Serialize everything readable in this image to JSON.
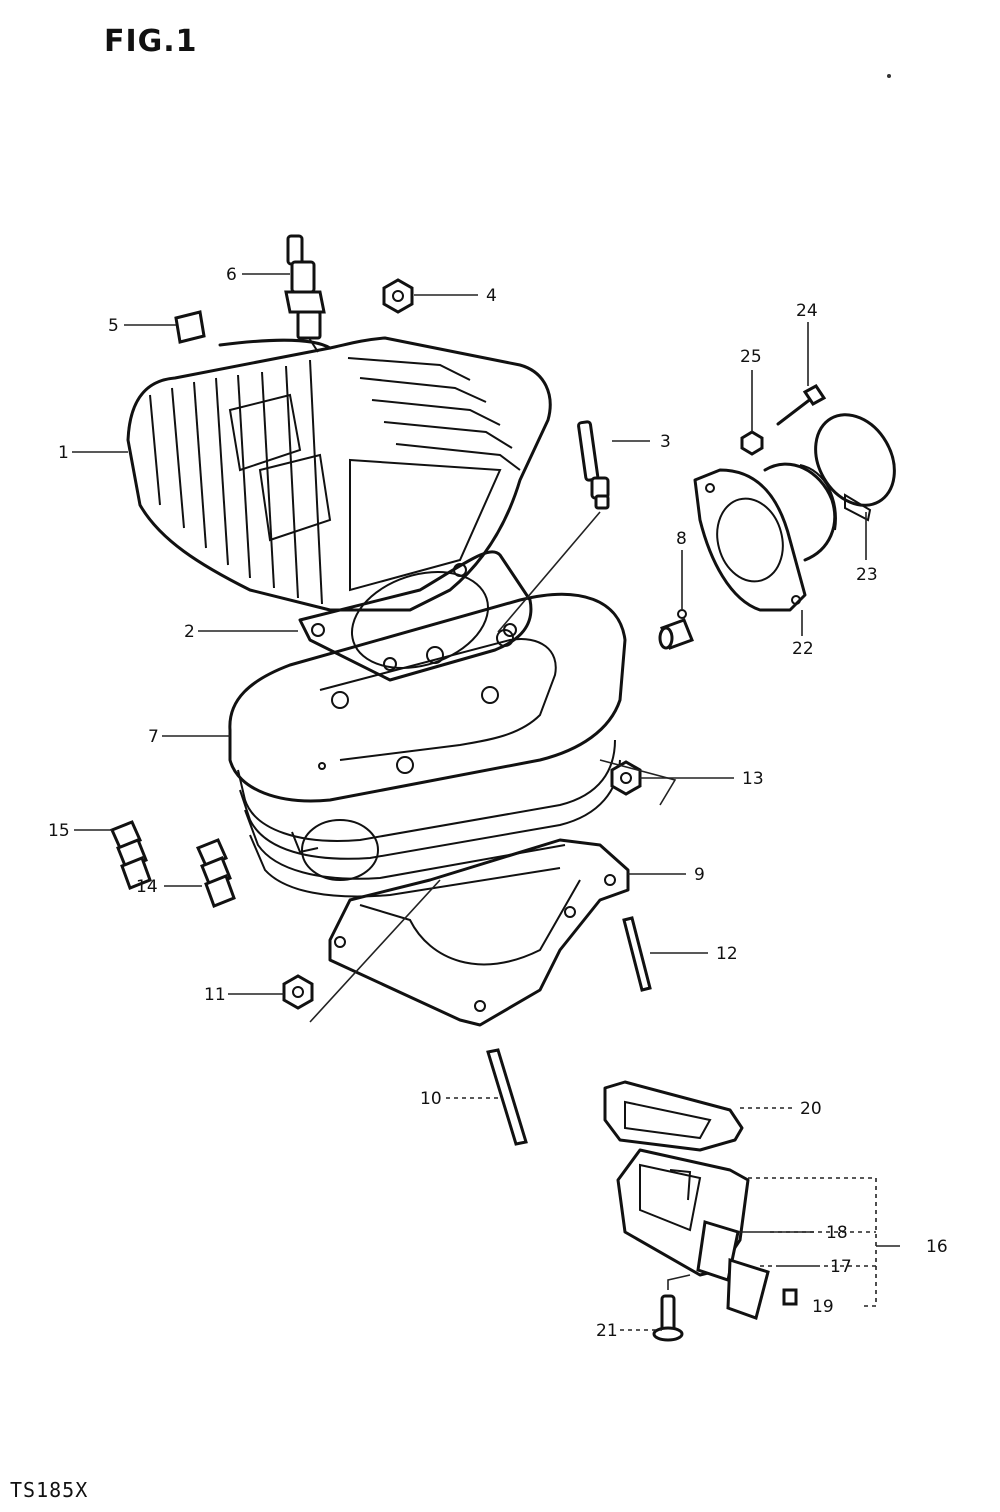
{
  "figure": {
    "title": "FIG.1",
    "model": "TS185X"
  },
  "callouts": [
    "1",
    "2",
    "3",
    "4",
    "5",
    "6",
    "7",
    "8",
    "9",
    "10",
    "11",
    "12",
    "13",
    "14",
    "15",
    "16",
    "17",
    "18",
    "19",
    "20",
    "21",
    "22",
    "23",
    "24",
    "25"
  ]
}
